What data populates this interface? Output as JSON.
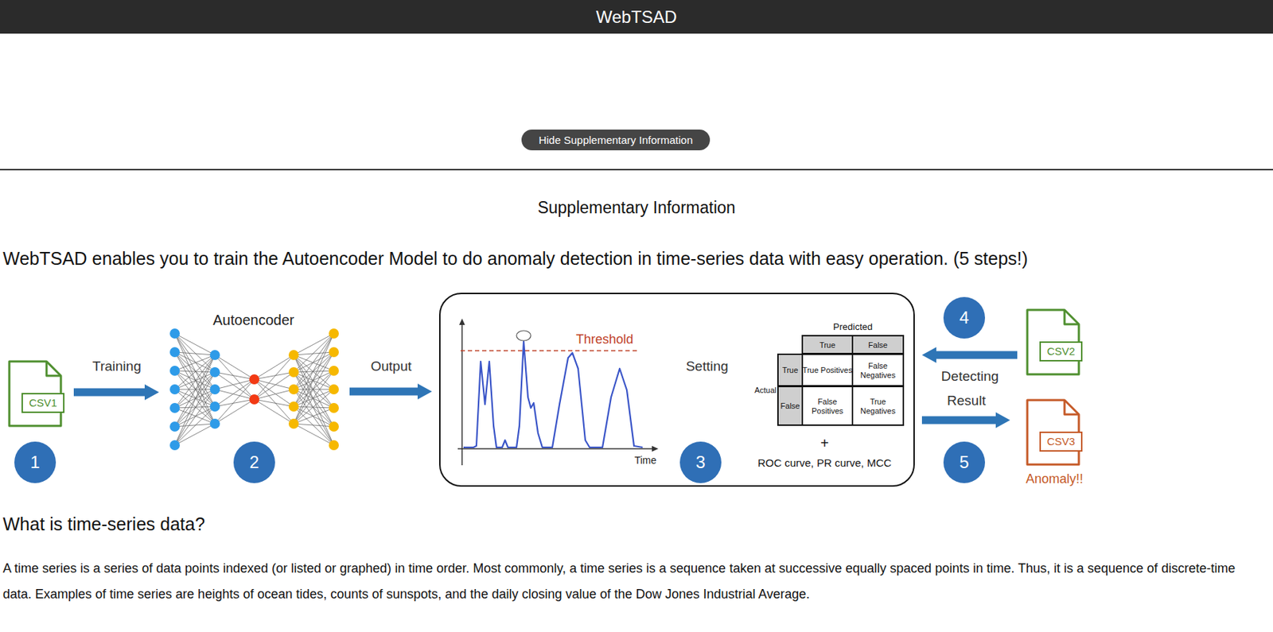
{
  "diagram": {
    "title": "Supplementary Information",
    "nodes": [
      {
        "text": [
          "WebTSAD"
        ]
      },
      {
        "text": [
          "Hide Supplementary Information"
        ]
      },
      {
        "text": [
          "CSV1"
        ]
      },
      {
        "text": [
          "1"
        ]
      },
      {
        "text": [
          "Autoencoder"
        ]
      },
      {
        "text": [
          "2"
        ]
      },
      {
        "text": [
          "+",
          "ROC curve, PR curve, MCC"
        ]
      },
      {
        "text": [
          "Threshold",
          "Time"
        ],
        "in": 6
      },
      {
        "text": [
          "Predicted",
          "True",
          "False",
          "Actual",
          "True",
          "False",
          "True Positives",
          "False Negatives",
          "False Positives",
          "True Negatives"
        ],
        "in": 6
      },
      {
        "text": [
          "3"
        ],
        "in": 6
      },
      {
        "text": [
          "4"
        ]
      },
      {
        "text": [
          "5"
        ]
      },
      {
        "text": [
          "CSV2"
        ]
      },
      {
        "text": [
          "CSV3",
          "Anomaly!!"
        ]
      }
    ],
    "edges": [
      {
        "from": 2,
        "to": 4,
        "label": "Training",
        "arrow": "to"
      },
      {
        "from": 4,
        "to": 6,
        "label": "Output",
        "arrow": "to"
      },
      {
        "from": 8,
        "to": 7,
        "label": "Setting",
        "arrow": "to"
      },
      {
        "from": 12,
        "to": 6,
        "label": "Detecting",
        "arrow": "to"
      },
      {
        "from": 6,
        "to": 13,
        "label": "Result",
        "arrow": "to"
      }
    ],
    "labels": [
      "WebTSAD enables you to train the Autoencoder Model to do anomaly detection in time-series data with easy operation. (5 steps!)",
      "What is time-series data?",
      "A time series is a series of data points indexed (or listed or graphed) in time order. Most commonly, a time series is a sequence taken at successive equally spaced points in time. Thus, it is a sequence of discrete-time data. Examples of time series are heights of ocean tides, counts of sunspots, and the daily closing value of the Dow Jones Industrial Average."
    ]
  }
}
